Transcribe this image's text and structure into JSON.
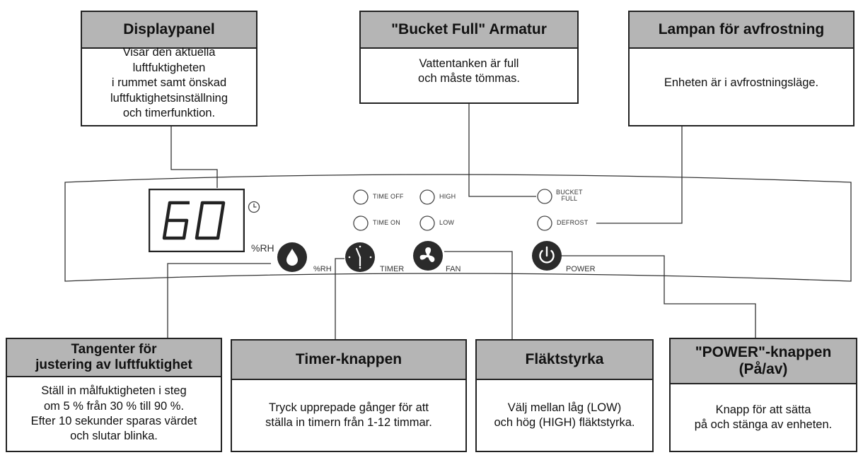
{
  "callouts": {
    "display_panel": {
      "title": "Displaypanel",
      "lines": [
        "Visar den aktuella luftfuktigheten",
        "i rummet samt önskad",
        "luftfuktighetsinställning",
        "och timerfunktion."
      ]
    },
    "bucket_full": {
      "title": "\"Bucket Full\" Armatur",
      "lines": [
        "Vattentanken är full",
        "och måste tömmas."
      ]
    },
    "defrost_lamp": {
      "title": "Lampan för avfrostning",
      "lines": [
        "Enheten är i avfrostningsläge."
      ]
    },
    "humidity_keys": {
      "title_lines": [
        "Tangenter för",
        "justering av luftfuktighet"
      ],
      "lines": [
        "Ställ in målfuktigheten i steg",
        "om 5 % från 30 % till 90 %.",
        "Efter 10 sekunder sparas värdet",
        "och slutar blinka."
      ]
    },
    "timer_button": {
      "title": "Timer-knappen",
      "lines": [
        "Tryck upprepade gånger för att",
        "ställa in timern från 1-12 timmar."
      ]
    },
    "fan_speed": {
      "title": "Fläktstyrka",
      "lines": [
        "Välj mellan låg (LOW)",
        "och hög (HIGH) fläktstyrka."
      ]
    },
    "power_button": {
      "title_lines": [
        "\"POWER\"-knappen",
        "(På/av)"
      ],
      "lines": [
        "Knapp för att sätta",
        "på och stänga av enheten."
      ]
    }
  },
  "panel": {
    "display_value": "60",
    "display_unit": "%RH",
    "indicators": {
      "time_off": "TIME OFF",
      "time_on": "TIME ON",
      "high": "HIGH",
      "low": "LOW",
      "bucket_full_lines": [
        "BUCKET",
        "FULL"
      ],
      "defrost": "DEFROST"
    },
    "buttons": {
      "humidity": "%RH",
      "timer": "TIMER",
      "fan": "FAN",
      "power": "POWER"
    },
    "button_color": "#2b2b2b"
  }
}
